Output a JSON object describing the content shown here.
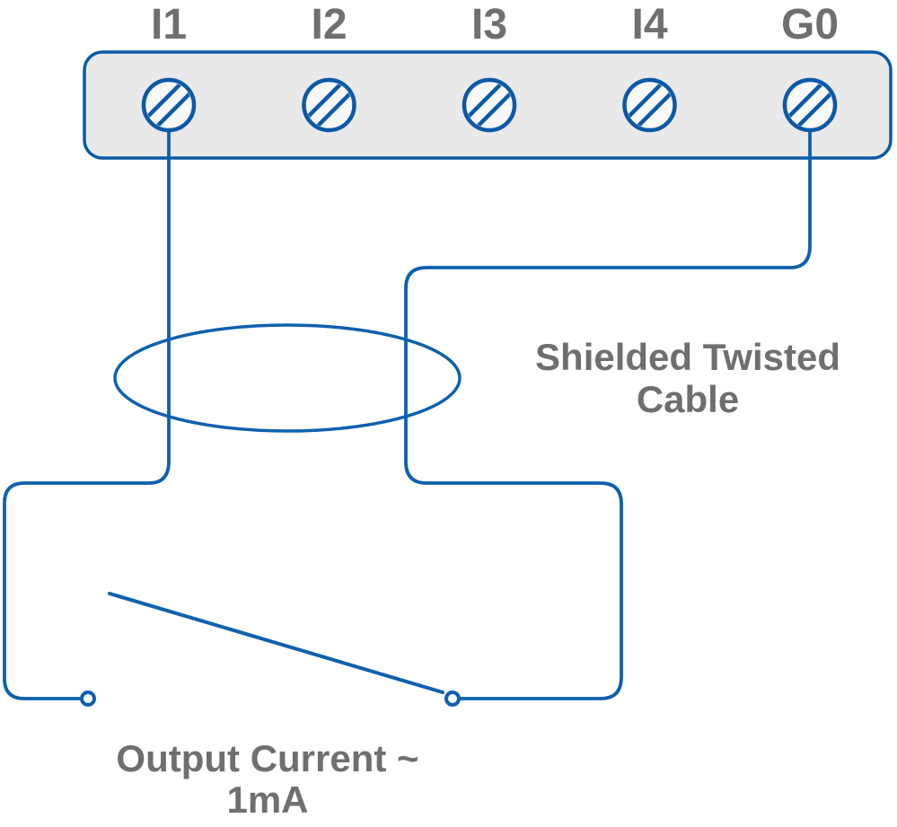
{
  "diagram": {
    "terminal_block": {
      "terminals": [
        "I1",
        "I2",
        "I3",
        "I4",
        "G0"
      ]
    },
    "annotations": {
      "cable_label_line1": "Shielded Twisted",
      "cable_label_line2": "Cable",
      "output_label_line1": "Output Current ~",
      "output_label_line2": "1mA"
    },
    "colors": {
      "wire_blue": "#0e60af",
      "outline_blue": "#0b59a8",
      "block_fill": "#e9e9e9",
      "screw_fill": "#f8f8f8",
      "text_gray": "#6f6f6f",
      "background": "#ffffff"
    }
  }
}
